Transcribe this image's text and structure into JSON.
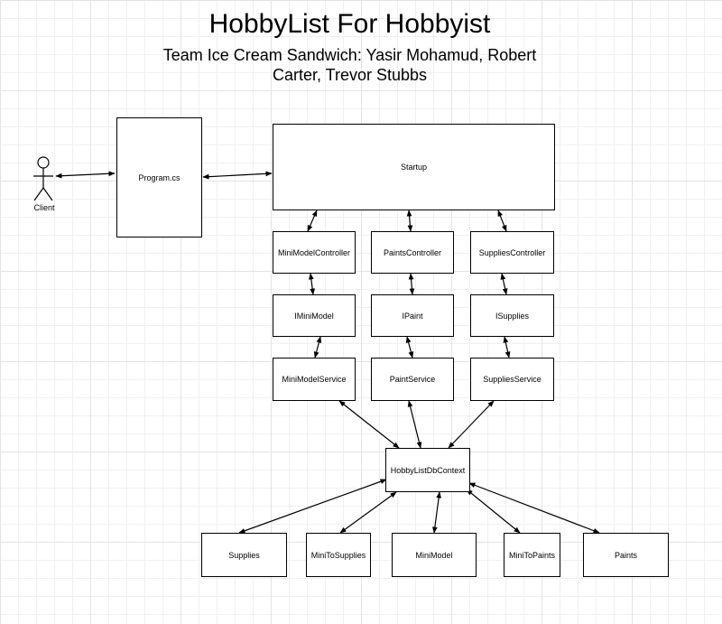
{
  "diagram": {
    "title": "HobbyList For Hobbyist",
    "subtitle": "Team Ice Cream Sandwich: Yasir Mohamud, Robert Carter, Trevor Stubbs",
    "actor": {
      "label": "Client"
    },
    "nodes": {
      "program": "Program.cs",
      "startup": "Startup",
      "mini_model_controller": "MiniModelController",
      "paints_controller": "PaintsController",
      "supplies_controller": "SuppliesController",
      "imini_model": "IMiniModel",
      "ipaint": "IPaint",
      "isupplies": "ISupplies",
      "mini_model_service": "MiniModelService",
      "paint_service": "PaintService",
      "supplies_service": "SuppliesService",
      "db_context": "HobbyListDbContext",
      "supplies": "Supplies",
      "mini_to_supplies": "MiniToSupplies",
      "mini_model": "MiniModel",
      "mini_to_paints": "MiniToPaints",
      "paints": "Paints"
    }
  }
}
